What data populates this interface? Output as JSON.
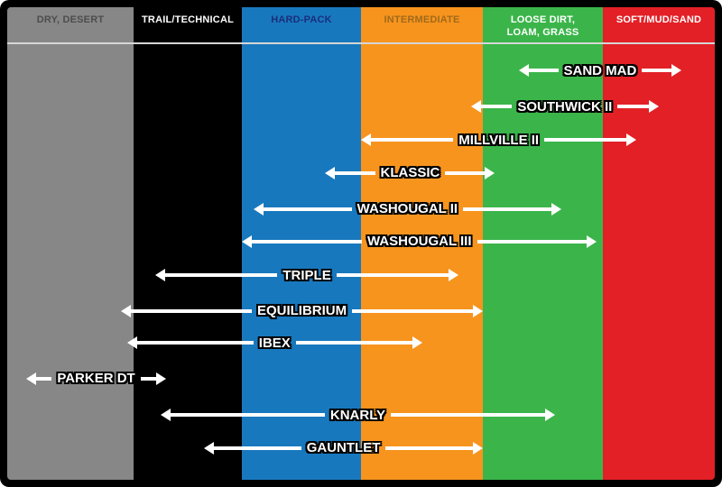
{
  "frame": {
    "border_color": "#000000",
    "divider_color": "#d6d6d6",
    "arrow_color": "#ffffff"
  },
  "columns": [
    {
      "label": "DRY, DESERT",
      "color": "#878787",
      "label_color": "#4d4d4d",
      "width_pct": 17.86
    },
    {
      "label": "TRAIL/TECHNICAL",
      "color": "#000000",
      "label_color": "#ffffff",
      "width_pct": 15.31
    },
    {
      "label": "HARD-PACK",
      "color": "#1878be",
      "label_color": "#1a2f7c",
      "width_pct": 16.84
    },
    {
      "label": "INTERMEDIATE",
      "color": "#f7941e",
      "label_color": "#a06a1a",
      "width_pct": 17.22
    },
    {
      "label": "LOOSE DIRT, LOAM, GRASS",
      "color": "#3bb54a",
      "label_color": "#ffffff",
      "width_pct": 16.96
    },
    {
      "label": "SOFT/MUD/SAND",
      "color": "#e22026",
      "label_color": "#ffffff",
      "width_pct": 15.82
    }
  ],
  "chart_data": {
    "type": "bar",
    "subtype": "horizontal-range-arrows",
    "title": "",
    "xlabel": "",
    "ylabel": "",
    "xlim": [
      0,
      6
    ],
    "grid": false,
    "legend": false,
    "categories": [
      "DRY, DESERT",
      "TRAIL/TECHNICAL",
      "HARD-PACK",
      "INTERMEDIATE",
      "LOOSE DIRT, LOAM, GRASS",
      "SOFT/MUD/SAND"
    ],
    "series": [
      {
        "name": "SAND MAD",
        "span": [
          4.3,
          5.7
        ],
        "y_pct": 13.4,
        "terrain_from": "LOOSE DIRT, LOAM, GRASS",
        "terrain_to": "SOFT/MUD/SAND"
      },
      {
        "name": "SOUTHWICK II",
        "span": [
          3.9,
          5.5
        ],
        "y_pct": 21.0,
        "terrain_from": "INTERMEDIATE",
        "terrain_to": "SOFT/MUD/SAND"
      },
      {
        "name": "MILLVILLE II",
        "span": [
          3.0,
          5.3
        ],
        "y_pct": 28.1,
        "terrain_from": "INTERMEDIATE",
        "terrain_to": "SOFT/MUD/SAND"
      },
      {
        "name": "KLASSIC",
        "span": [
          2.7,
          4.1
        ],
        "y_pct": 35.1,
        "terrain_from": "HARD-PACK",
        "terrain_to": "LOOSE DIRT, LOAM, GRASS"
      },
      {
        "name": "WASHOUGAL II",
        "span": [
          2.1,
          4.65
        ],
        "y_pct": 42.7,
        "terrain_from": "HARD-PACK",
        "terrain_to": "LOOSE DIRT, LOAM, GRASS"
      },
      {
        "name": "WASHOUGAL III",
        "span": [
          2.0,
          4.95
        ],
        "y_pct": 49.6,
        "terrain_from": "HARD-PACK",
        "terrain_to": "LOOSE DIRT, LOAM, GRASS"
      },
      {
        "name": "TRIPLE",
        "span": [
          1.2,
          3.8
        ],
        "y_pct": 56.7,
        "terrain_from": "TRAIL/TECHNICAL",
        "terrain_to": "INTERMEDIATE"
      },
      {
        "name": "EQUILIBRIUM",
        "span": [
          0.9,
          4.0
        ],
        "y_pct": 64.3,
        "terrain_from": "DRY, DESERT",
        "terrain_to": "INTERMEDIATE"
      },
      {
        "name": "IBEX",
        "span": [
          0.95,
          3.5
        ],
        "y_pct": 71.0,
        "terrain_from": "DRY, DESERT",
        "terrain_to": "INTERMEDIATE"
      },
      {
        "name": "PARKER DT",
        "span": [
          0.15,
          1.3
        ],
        "y_pct": 78.6,
        "terrain_from": "DRY, DESERT",
        "terrain_to": "TRAIL/TECHNICAL"
      },
      {
        "name": "KNARLY",
        "span": [
          1.25,
          4.6
        ],
        "y_pct": 86.3,
        "terrain_from": "TRAIL/TECHNICAL",
        "terrain_to": "LOOSE DIRT, LOAM, GRASS"
      },
      {
        "name": "GAUNTLET",
        "span": [
          1.65,
          4.0
        ],
        "y_pct": 93.3,
        "terrain_from": "TRAIL/TECHNICAL",
        "terrain_to": "LOOSE DIRT, LOAM, GRASS"
      }
    ]
  }
}
